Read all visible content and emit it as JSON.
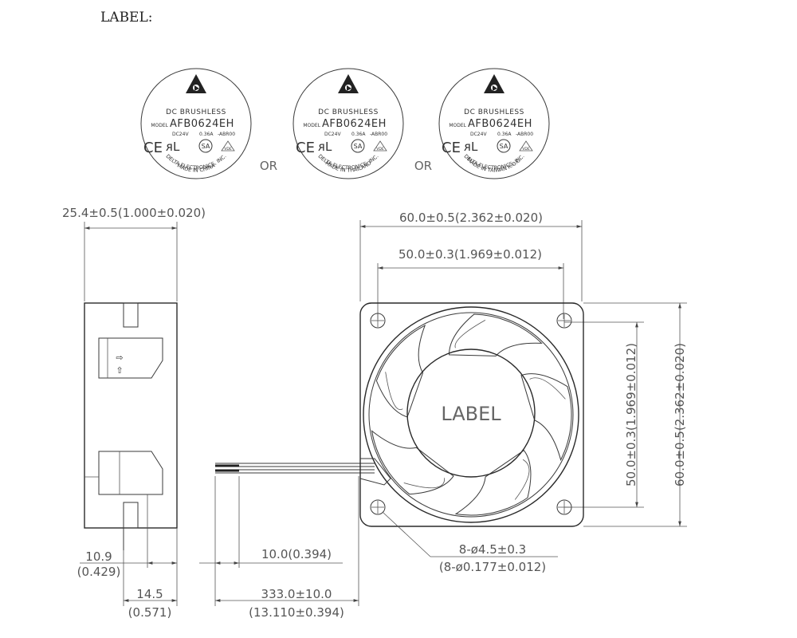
{
  "header": {
    "title": "LABEL:"
  },
  "labels": [
    {
      "line1": "DC BRUSHLESS",
      "model_prefix": "MODEL",
      "model": "AFB0624EH",
      "rating_voltage": "DC24V",
      "rating_current": "0.36A",
      "rating_code": "-ABR00",
      "maker": "DELTA ELECTRONICS, INC.",
      "origin": "MADE IN CHINA"
    },
    {
      "line1": "DC BRUSHLESS",
      "model_prefix": "MODEL",
      "model": "AFB0624EH",
      "rating_voltage": "DC24V",
      "rating_current": "0.36A",
      "rating_code": "-ABR00",
      "maker": "DELTA ELECTRONICS, INC.",
      "origin": "MADE IN THAILAND"
    },
    {
      "line1": "DC BRUSHLESS",
      "model_prefix": "MODEL",
      "model": "AFB0624EH",
      "rating_voltage": "DC24V",
      "rating_current": "0.36A",
      "rating_code": "-ABR00",
      "maker": "DELTA ELECTRONICS, INC.",
      "origin": "MADE IN TAIWAN R.O.C."
    }
  ],
  "marks": {
    "ce": "CE",
    "ul": "ᴙL",
    "csa": "SA",
    "tuv": "VDE"
  },
  "or_text": "OR",
  "side_view": {
    "width_dim": "25.4±0.5(1.000±0.020)",
    "offset_dim": "10.9",
    "offset_dim_in": "(0.429)",
    "bottom_dim": "14.5",
    "bottom_dim_in": "(0.571)"
  },
  "wire": {
    "strip_dim": "10.0(0.394)",
    "length_dim": "333.0±10.0",
    "length_dim_in": "(13.110±0.394)"
  },
  "front_view": {
    "hub_label": "LABEL",
    "width_dim": "60.0±0.5(2.362±0.020)",
    "hole_spacing_dim": "50.0±0.3(1.969±0.012)",
    "height_dim": "60.0±0.5(2.362±0.020)",
    "hole_spacing_v_dim": "50.0±0.3(1.969±0.012)",
    "hole_dim": "8-ø4.5±0.3",
    "hole_dim_in": "(8-ø0.177±0.012)"
  },
  "colors": {
    "line": "#3a3a3a",
    "text": "#555555"
  }
}
